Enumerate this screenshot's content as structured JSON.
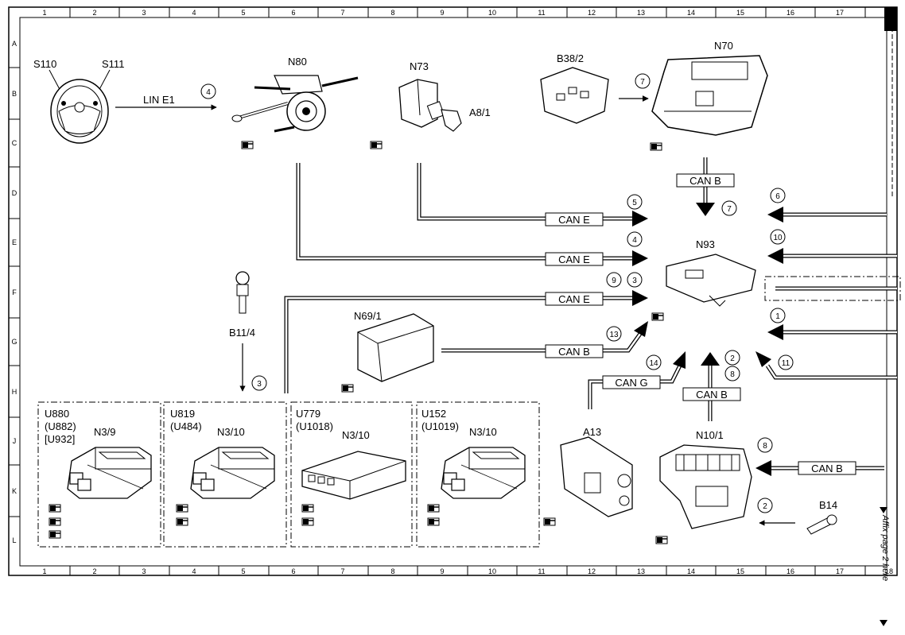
{
  "grid": {
    "cols": [
      "1",
      "2",
      "3",
      "4",
      "5",
      "6",
      "7",
      "8",
      "9",
      "10",
      "11",
      "12",
      "13",
      "14",
      "15",
      "16",
      "17",
      "18"
    ],
    "rows": [
      "A",
      "B",
      "C",
      "D",
      "E",
      "F",
      "G",
      "H",
      "J",
      "K",
      "L"
    ]
  },
  "components": {
    "s110": "S110",
    "s111": "S111",
    "n80": "N80",
    "n73": "N73",
    "a8_1": "A8/1",
    "b38_2": "B38/2",
    "n70": "N70",
    "n93": "N93",
    "b11_4": "B11/4",
    "n69_1": "N69/1",
    "a13": "A13",
    "n10_1": "N10/1",
    "b14": "B14"
  },
  "bus_labels": {
    "lin_e1": "LIN E1",
    "can_b": "CAN B",
    "can_e": "CAN E",
    "can_g": "CAN G"
  },
  "circled": [
    "1",
    "2",
    "3",
    "4",
    "5",
    "6",
    "7",
    "8",
    "9",
    "10",
    "11",
    "13",
    "14"
  ],
  "variants": [
    {
      "codes": "U880",
      "alt1": "(U882)",
      "alt2": "[U932]",
      "part": "N3/9"
    },
    {
      "codes": "U819",
      "alt1": "(U484)",
      "part": "N3/10"
    },
    {
      "codes": "U779",
      "alt1": "(U1018)",
      "part": "N3/10"
    },
    {
      "codes": "U152",
      "alt1": "(U1019)",
      "part": "N3/10"
    }
  ],
  "side_note": "Affix page 2 here",
  "note_icon": "pointing-hand-icon"
}
